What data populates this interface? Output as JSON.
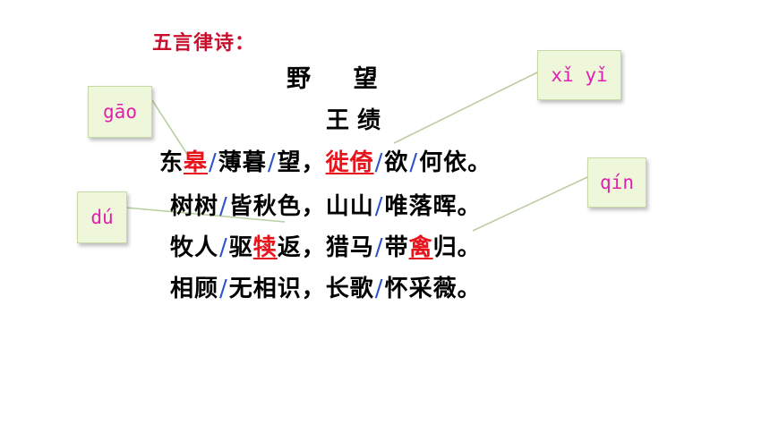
{
  "heading": "五言律诗：",
  "poem": {
    "title": "野    望",
    "author": "王 绩",
    "lines": [
      [
        {
          "t": "东"
        },
        {
          "t": "皋",
          "red": true
        },
        {
          "sep": "/"
        },
        {
          "t": "薄暮"
        },
        {
          "sep": "/"
        },
        {
          "t": "望，"
        },
        {
          "t": "徙倚",
          "red": true
        },
        {
          "sep": "/"
        },
        {
          "t": "欲"
        },
        {
          "sep": "/"
        },
        {
          "t": "何依。"
        }
      ],
      [
        {
          "t": "树树"
        },
        {
          "sep": "/"
        },
        {
          "t": "皆秋色，山山"
        },
        {
          "sep": "/"
        },
        {
          "t": "唯落晖。"
        }
      ],
      [
        {
          "t": "牧人"
        },
        {
          "sep": "/"
        },
        {
          "t": "驱"
        },
        {
          "t": "犊",
          "red": true
        },
        {
          "t": "返，猎马"
        },
        {
          "sep": "/"
        },
        {
          "t": "带"
        },
        {
          "t": "禽",
          "red": true
        },
        {
          "t": "归。"
        }
      ],
      [
        {
          "t": "相顾"
        },
        {
          "sep": "/"
        },
        {
          "t": "无相识，长歌"
        },
        {
          "sep": "/"
        },
        {
          "t": "怀采薇。"
        }
      ]
    ]
  },
  "annotations": {
    "gao": "gāo",
    "xiyi": "xǐ yǐ",
    "du": "dú",
    "qin": "qín"
  },
  "colors": {
    "heading": "#c8102e",
    "highlight": "#e8141c",
    "separator": "#2a52c9",
    "pinyin_text": "#e01fb0",
    "pinyin_box": "#eef7d9"
  }
}
